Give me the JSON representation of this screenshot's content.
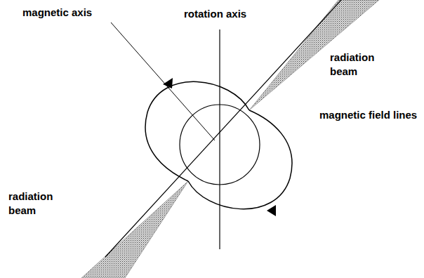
{
  "diagram": {
    "labels": [
      "magnetic axis",
      "rotation axis",
      "radiation beam",
      "magnetic field lines",
      "radiation beam"
    ]
  }
}
